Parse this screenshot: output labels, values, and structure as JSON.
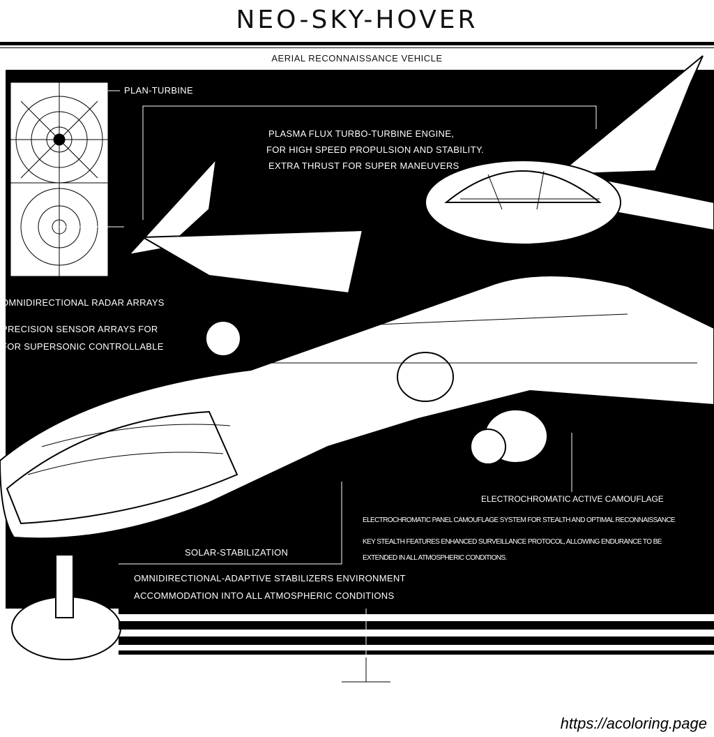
{
  "title": "NEO-SKY-HOVER",
  "subtitle": "AERIAL RECONNAISSANCE VEHICLE",
  "labels": {
    "plan_turbine": "PLAN-TURBINE",
    "turbine_desc": [
      "PLASMA FLUX TURBO-TURBINE ENGINE,",
      "FOR HIGH SPEED PROPULSION AND STABILITY.",
      "EXTRA THRUST FOR SUPER MANEUVERS"
    ],
    "omni_heading": "OMNIDIRECTIONAL RADAR ARRAYS",
    "omni_desc": [
      "PRECISION SENSOR ARRAYS FOR",
      "FOR SUPERSONIC CONTROLLABLE"
    ],
    "camo_heading": "ELECTROCHROMATIC ACTIVE CAMOUFLAGE",
    "camo_desc": [
      "ELECTROCHROMATIC PANEL CAMOUFLAGE SYSTEM FOR STEALTH AND OPTIMAL RECONNAISSANCE",
      "KEY STEALTH FEATURES ENHANCED SURVEILLANCE PROTOCOL, ALLOWING ENDURANCE TO BE",
      "EXTENDED IN ALL ATMOSPHERIC CONDITIONS."
    ],
    "solar_heading": "SOLAR-STABILIZATION",
    "solar_desc": [
      "OMNIDIRECTIONAL-ADAPTIVE STABILIZERS ENVIRONMENT",
      "ACCOMMODATION INTO ALL ATMOSPHERIC CONDITIONS"
    ]
  },
  "watermark": "https://acoloring.page"
}
